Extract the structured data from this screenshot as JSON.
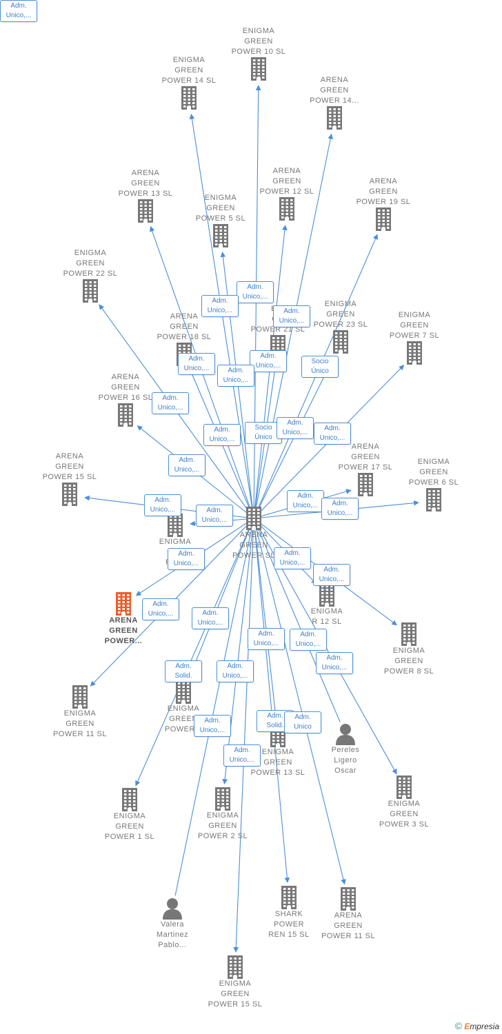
{
  "colors": {
    "edge": "#4a8ed8",
    "building": "#777777",
    "focus": "#f05a28",
    "label": "#777777"
  },
  "nodes": [
    {
      "id": "center",
      "label": "ARENA\nGREEN\nPOWER  SL",
      "icon": "building-icon"
    },
    {
      "id": "focus",
      "label": "ARENA\nGREEN\nPOWER...",
      "icon": "building-icon"
    },
    {
      "id": "eg10",
      "label": "ENIGMA\nGREEN\nPOWER 10  SL",
      "icon": "building-icon"
    },
    {
      "id": "eg14",
      "label": "ENIGMA\nGREEN\nPOWER 14  SL",
      "icon": "building-icon"
    },
    {
      "id": "ag14",
      "label": "ARENA\nGREEN\nPOWER 14...",
      "icon": "building-icon"
    },
    {
      "id": "ag13",
      "label": "ARENA\nGREEN\nPOWER 13  SL",
      "icon": "building-icon"
    },
    {
      "id": "ag12",
      "label": "ARENA\nGREEN\nPOWER 12  SL",
      "icon": "building-icon"
    },
    {
      "id": "ag19",
      "label": "ARENA\nGREEN\nPOWER 19  SL",
      "icon": "building-icon"
    },
    {
      "id": "eg5",
      "label": "ENIGMA\nGREEN\nPOWER 5  SL",
      "icon": "building-icon"
    },
    {
      "id": "eg22",
      "label": "ENIGMA\nGREEN\nPOWER 22  SL",
      "icon": "building-icon"
    },
    {
      "id": "ag18",
      "label": "ARENA\nGREEN\nPOWER 18  SL",
      "icon": "building-icon"
    },
    {
      "id": "eg21",
      "label": "ENI\nGR\nPOWER 21  SL",
      "icon": "building-icon"
    },
    {
      "id": "eg23",
      "label": "ENIGMA\nGREEN\nPOWER 23  SL",
      "icon": "building-icon"
    },
    {
      "id": "eg7",
      "label": "ENIGMA\nGREEN\nPOWER 7  SL",
      "icon": "building-icon"
    },
    {
      "id": "ag16",
      "label": "ARENA\nGREEN\nPOWER 16  SL",
      "icon": "building-icon"
    },
    {
      "id": "ag17",
      "label": "ARENA\nGREEN\nPOWER 17  SL",
      "icon": "building-icon"
    },
    {
      "id": "eg6",
      "label": "ENIGMA\nGREEN\nPOWER 6  SL",
      "icon": "building-icon"
    },
    {
      "id": "ag15",
      "label": "ARENA\nGREEN\nPOWER 15  SL",
      "icon": "building-icon"
    },
    {
      "id": "egw",
      "label": "ENIGMA\nG\nPOW",
      "icon": "building-icon"
    },
    {
      "id": "eg11",
      "label": "ENIGMA\nGREEN\nPOWER 11  SL",
      "icon": "building-icon"
    },
    {
      "id": "eg12",
      "label": "ENIGMA\nR 12  SL",
      "icon": "building-icon"
    },
    {
      "id": "eg8",
      "label": "ENIGMA\nGREEN\nPOWER 8  SL",
      "icon": "building-icon"
    },
    {
      "id": "eg4",
      "label": "ENIGMA\nGREEN\nPOWER 4",
      "icon": "building-icon"
    },
    {
      "id": "eg13",
      "label": "ENIGMA\nGREEN\nPOWER 13  SL",
      "icon": "building-icon"
    },
    {
      "id": "pereles",
      "label": "Pereles\nLigero\nOscar",
      "icon": "person-icon"
    },
    {
      "id": "eg3",
      "label": "ENIGMA\nGREEN\nPOWER 3  SL",
      "icon": "building-icon"
    },
    {
      "id": "eg1",
      "label": "ENIGMA\nGREEN\nPOWER 1  SL",
      "icon": "building-icon"
    },
    {
      "id": "eg2",
      "label": "ENIGMA\nGREEN\nPOWER 2  SL",
      "icon": "building-icon"
    },
    {
      "id": "shark",
      "label": "SHARK\nPOWER\nREN 15  SL",
      "icon": "building-icon"
    },
    {
      "id": "ag11",
      "label": "ARENA\nGREEN\nPOWER 11  SL",
      "icon": "building-icon"
    },
    {
      "id": "valera",
      "label": "Valera\nMartinez\nPablo...",
      "icon": "person-icon"
    },
    {
      "id": "eg15",
      "label": "ENIGMA\nGREEN\nPOWER 15  SL",
      "icon": "building-icon"
    }
  ],
  "edge_labels": [
    "Adm.\nUnico,...",
    "Adm.\nUnico,...",
    "Adm.\nUnico,...",
    "Adm.\nUnico,...",
    "Socio\nÚnico",
    "Adm.\nUnico,...",
    "Adm.\nUnico,...",
    "Adm.\nUnico,...",
    "Adm.\nUnico,...",
    "Socio\nÚnico",
    "Adm.\nUnico,...",
    "Adm.\nUnico,...",
    "Adm.\nUnico,...",
    "Adm.\nUnico,...",
    "Adm.\nUnico,...",
    "Adm.\nUnico,...",
    "Adm.\nUnico,...",
    "Adm.\nUnico,...",
    "Adm.\nUnico,...",
    "Adm.\nUnico,...",
    "Adm.\nUnico,...",
    "Adm.\nUnico,...",
    "Adm.\nUnico,...",
    "Adm.\nUnico,...",
    "Adm.\nUnico,...",
    "Adm.\nSolid.",
    "Adm.\nUnico,...",
    "Adm.\nUnico,...",
    "Adm.\nSolid.",
    "Adm.\nUnico",
    "Adm.\nUnico,...",
    "Adm.\nUnico,..."
  ],
  "footer": {
    "copyright": "©",
    "brand_e": "E",
    "brand_rest": "mpresia"
  }
}
